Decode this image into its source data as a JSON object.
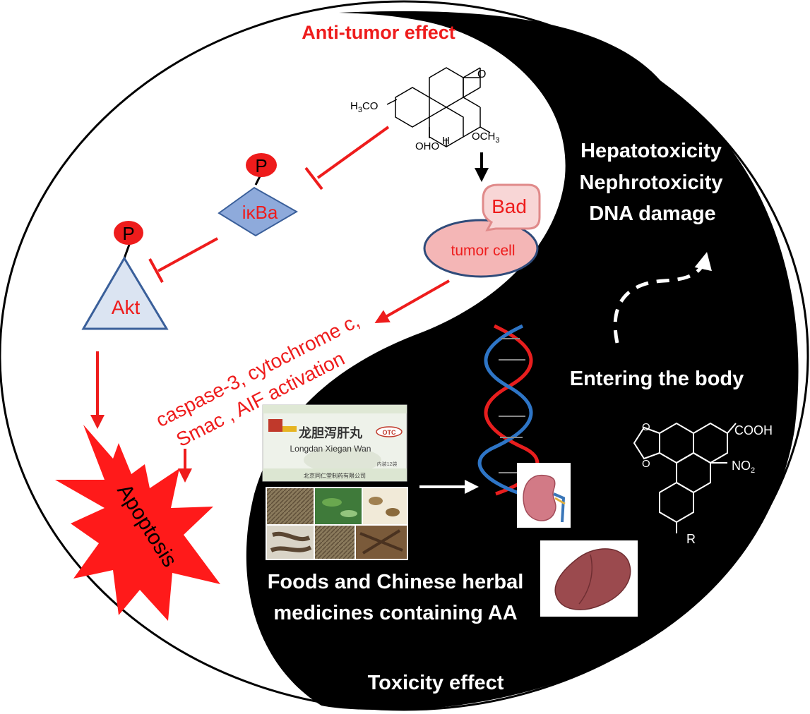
{
  "titles": {
    "anti_tumor": "Anti-tumor effect",
    "toxicity": "Toxicity effect"
  },
  "toxicities": [
    "Hepatotoxicity",
    "Nephrotoxicity",
    "DNA damage"
  ],
  "entering": "Entering the body",
  "foods": [
    "Foods and Chinese herbal",
    "medicines containing AA"
  ],
  "pathway": {
    "p1": "P",
    "p2": "P",
    "ikba": "iκBa",
    "akt": "Akt",
    "bad": "Bad",
    "tumor": "tumor cell",
    "activation_lines": [
      "caspase-3, cytochrome c,",
      "Smac , AIF activation"
    ],
    "apoptosis": "Apoptosis"
  },
  "molecule_top": {
    "o_top": "O",
    "methoxy_left": "H3CO",
    "ohoh": "OHO",
    "h": "H",
    "och3": "OCH3"
  },
  "molecule_aa": {
    "cooh": "COOH",
    "no2": "NO2",
    "r": "R"
  },
  "package": {
    "name_cn": "龙胆泻肝丸",
    "name_en": "Longdan Xiegan Wan",
    "badge": "OTC",
    "count": "内装12袋",
    "maker": "北京同仁堂制药有限公司"
  },
  "colors": {
    "red": "#ee1c1c",
    "black": "#000000",
    "blue_shape": "#8eaadb",
    "tumor_fill": "#f4b6b6",
    "dna_red": "#e81e1e",
    "dna_blue": "#2e75c6"
  }
}
